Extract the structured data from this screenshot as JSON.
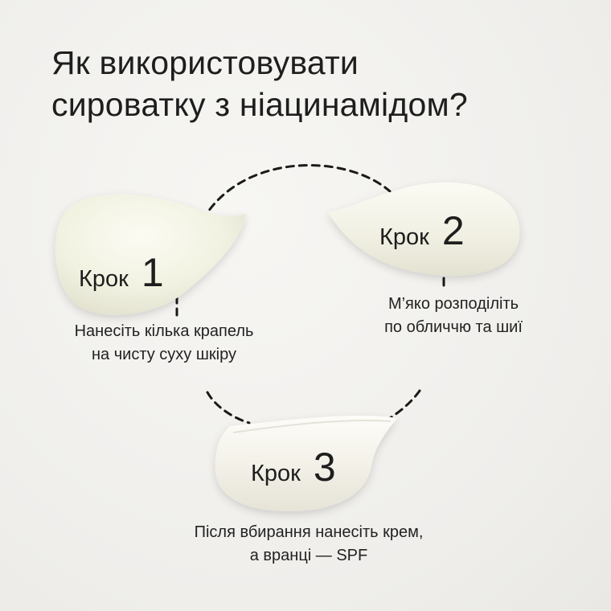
{
  "title": {
    "line1": "Як використовувати",
    "line2": "сироватку з ніацинамідом?"
  },
  "steps": [
    {
      "word": "Крок",
      "number": "1",
      "desc": [
        "Нанесіть кілька крапель",
        "на чисту суху шкіру"
      ]
    },
    {
      "word": "Крок",
      "number": "2",
      "desc": [
        "М’яко розподіліть",
        "по обличчю та шиї"
      ]
    },
    {
      "word": "Крок",
      "number": "3",
      "desc": [
        "Після вбирання нанесіть крем,",
        "а вранці — SPF"
      ]
    }
  ],
  "colors": {
    "background": "#efeeeb",
    "cream": "#f3f2e4",
    "text": "#1e1e1e",
    "dash": "#1a1a1a"
  }
}
